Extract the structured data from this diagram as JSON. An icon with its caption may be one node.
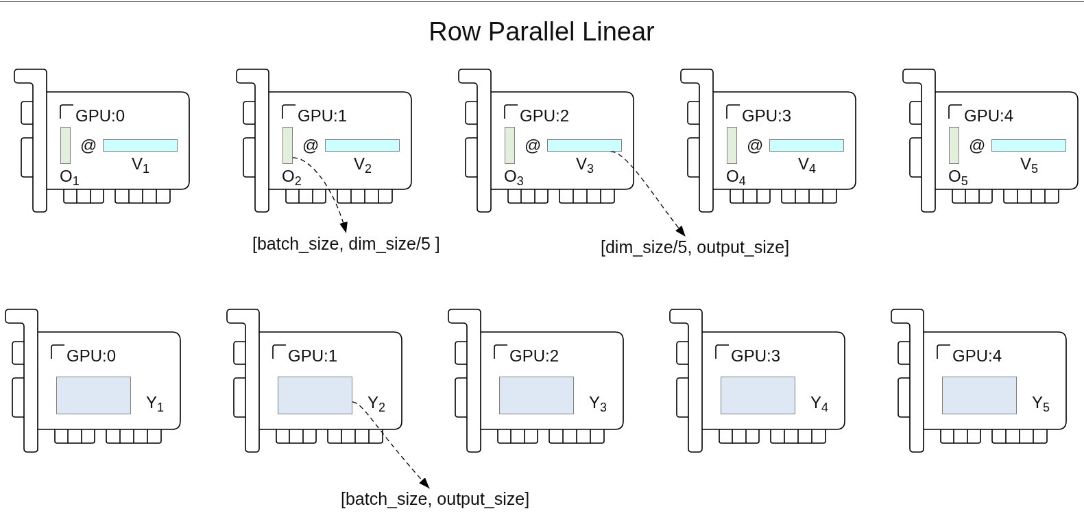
{
  "diagram": {
    "title": "Row Parallel Linear",
    "nodes": [
      {
        "text": [
          "GPU:0",
          "@"
        ]
      },
      {
        "text": [],
        "shape": "box",
        "in": 0,
        "beside": [
          "O$_{1}$"
        ]
      },
      {
        "text": [],
        "shape": "box",
        "in": 0,
        "beside": [
          "V$_{1}$"
        ]
      },
      {
        "text": [
          "GPU:1",
          "@"
        ]
      },
      {
        "text": [],
        "shape": "box",
        "in": 3,
        "beside": [
          "O$_{2}$"
        ]
      },
      {
        "text": [],
        "shape": "box",
        "in": 3,
        "beside": [
          "V$_{2}$"
        ]
      },
      {
        "text": [
          "GPU:2",
          "@"
        ]
      },
      {
        "text": [],
        "shape": "box",
        "in": 6,
        "beside": [
          "O$_{3}$"
        ]
      },
      {
        "text": [],
        "shape": "box",
        "in": 6,
        "beside": [
          "V$_{3}$"
        ]
      },
      {
        "text": [
          "GPU:3",
          "@"
        ]
      },
      {
        "text": [],
        "shape": "box",
        "in": 9,
        "beside": [
          "O$_{4}$"
        ]
      },
      {
        "text": [],
        "shape": "box",
        "in": 9,
        "beside": [
          "V$_{4}$"
        ]
      },
      {
        "text": [
          "GPU:4",
          "@"
        ]
      },
      {
        "text": [],
        "shape": "box",
        "in": 12,
        "beside": [
          "O$_{5}$"
        ]
      },
      {
        "text": [],
        "shape": "box",
        "in": 12,
        "beside": [
          "V$_{5}$"
        ]
      },
      {
        "text": [
          "[batch_size, dim_size/5 ]"
        ]
      },
      {
        "text": [
          "[dim_size/5, output_size]"
        ]
      },
      {
        "text": [
          "GPU:0"
        ]
      },
      {
        "text": [],
        "shape": "box",
        "in": 17,
        "beside": [
          "Y$_{1}$"
        ]
      },
      {
        "text": [
          "GPU:1"
        ]
      },
      {
        "text": [],
        "shape": "box",
        "in": 19,
        "beside": [
          "Y$_{2}$"
        ]
      },
      {
        "text": [
          "GPU:2"
        ]
      },
      {
        "text": [],
        "shape": "box",
        "in": 21,
        "beside": [
          "Y$_{3}$"
        ]
      },
      {
        "text": [
          "GPU:3"
        ]
      },
      {
        "text": [],
        "shape": "box",
        "in": 23,
        "beside": [
          "Y$_{4}$"
        ]
      },
      {
        "text": [
          "GPU:4"
        ]
      },
      {
        "text": [],
        "shape": "box",
        "in": 25,
        "beside": [
          "Y$_{5}$"
        ]
      },
      {
        "text": [
          "[batch_size, output_size]"
        ]
      }
    ],
    "edges": [
      {
        "from": 4,
        "to": 15,
        "arrow": "to",
        "style": "dashed"
      },
      {
        "from": 8,
        "to": 16,
        "arrow": "to",
        "style": "dashed"
      },
      {
        "from": 20,
        "to": 27,
        "arrow": "to",
        "style": "dashed"
      }
    ]
  }
}
